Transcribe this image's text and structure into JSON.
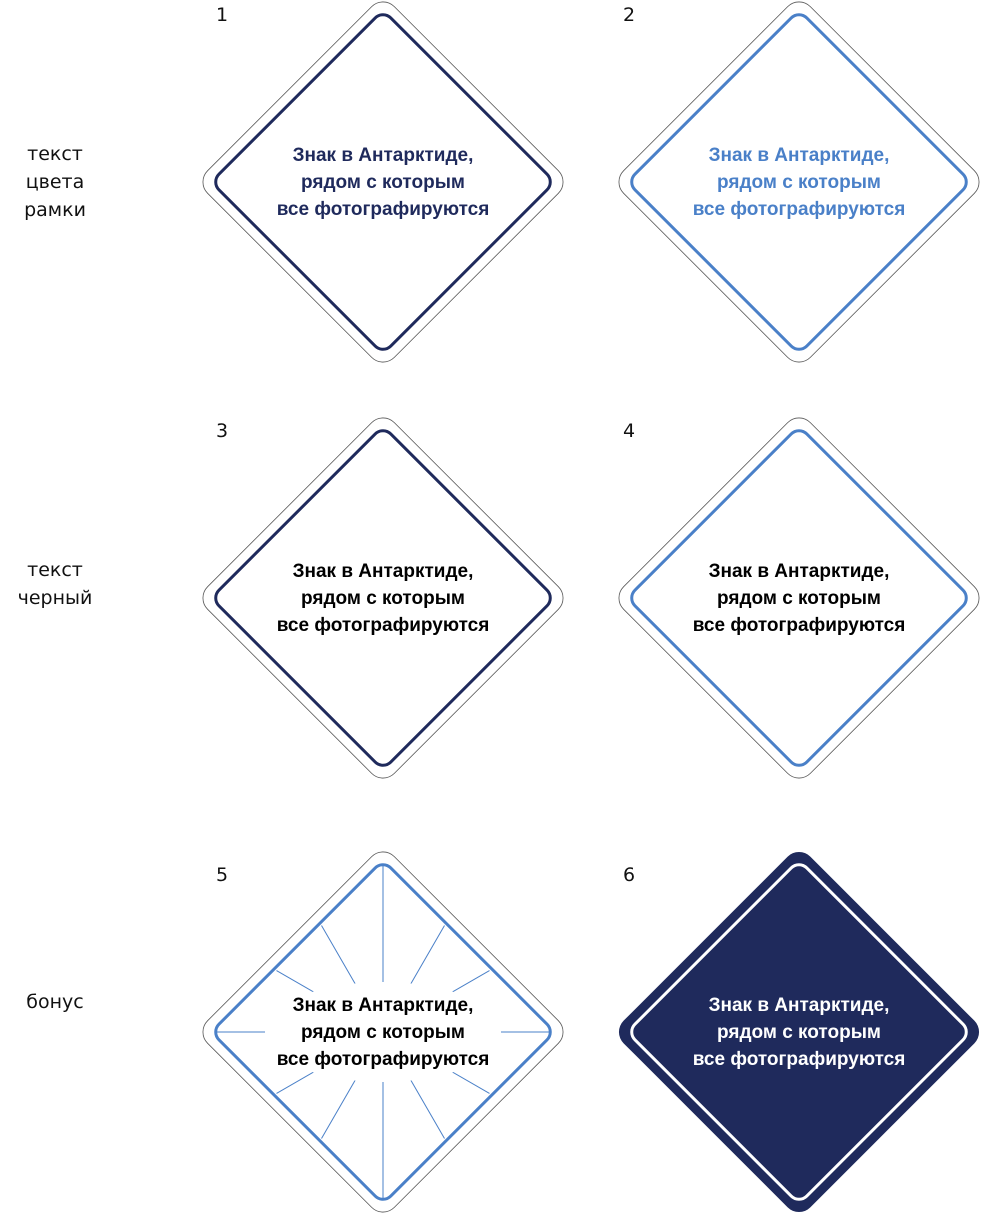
{
  "row_labels": [
    {
      "lines": [
        "текст цвета",
        "рамки"
      ]
    },
    {
      "lines": [
        "текст",
        "черный"
      ]
    },
    {
      "lines": [
        "бонус"
      ]
    }
  ],
  "colors": {
    "navy": "#1f2a5c",
    "blue": "#4a80c8",
    "outline": "#555555",
    "black": "#000000",
    "white": "#ffffff"
  },
  "signs": [
    {
      "number": "1",
      "lines": [
        "Знак в Антарктиде,",
        "рядом с которым",
        "все фотографируются"
      ],
      "frame": "navy",
      "text": "navy",
      "fill": "white",
      "rays": false
    },
    {
      "number": "2",
      "lines": [
        "Знак в Антарктиде,",
        "рядом с которым",
        "все фотографируются"
      ],
      "frame": "blue",
      "text": "blue",
      "fill": "white",
      "rays": false
    },
    {
      "number": "3",
      "lines": [
        "Знак в Антарктиде,",
        "рядом с которым",
        "все фотографируются"
      ],
      "frame": "navy",
      "text": "black",
      "fill": "white",
      "rays": false
    },
    {
      "number": "4",
      "lines": [
        "Знак в Антарктиде,",
        "рядом с которым",
        "все фотографируются"
      ],
      "frame": "blue",
      "text": "black",
      "fill": "white",
      "rays": false
    },
    {
      "number": "5",
      "lines": [
        "Знак в Антарктиде,",
        "рядом с которым",
        "все фотографируются"
      ],
      "frame": "blue",
      "text": "black",
      "fill": "white",
      "rays": true
    },
    {
      "number": "6",
      "lines": [
        "Знак в Антарктиде,",
        "рядом с которым",
        "все фотографируются"
      ],
      "frame": "white",
      "text": "white",
      "fill": "navy",
      "rays": false
    }
  ]
}
